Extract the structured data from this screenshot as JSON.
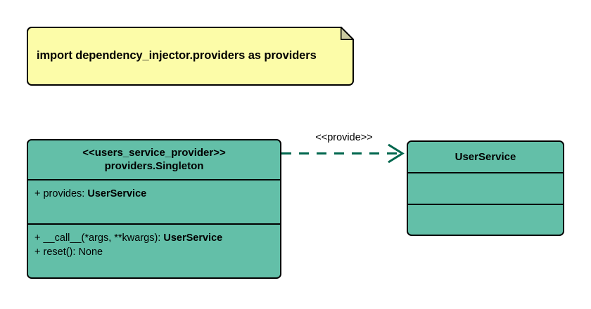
{
  "diagram": {
    "type": "uml-class-diagram",
    "background_color": "#ffffff",
    "class_fill_color": "#63bfa8",
    "note_fill_color": "#fcfca8",
    "border_color": "#000000",
    "relation_color": "#00664d"
  },
  "note": {
    "text": "import dependency_injector.providers as providers"
  },
  "classes": [
    {
      "id": "users_service_provider",
      "stereotype": "<<users_service_provider>>",
      "name": "providers.Singleton",
      "attributes": [
        {
          "prefix": "+ provides: ",
          "type": "UserService"
        }
      ],
      "methods": [
        {
          "prefix": "+ __call__(*args, **kwargs): ",
          "type": "UserService"
        },
        {
          "prefix": "+ reset(): None",
          "type": ""
        }
      ]
    },
    {
      "id": "user_service",
      "stereotype": "",
      "name": "UserService",
      "attributes": [],
      "methods": []
    }
  ],
  "relations": [
    {
      "label": "<<provide>>",
      "style": "dashed",
      "arrowhead": "open",
      "from": "users_service_provider",
      "to": "user_service"
    }
  ]
}
